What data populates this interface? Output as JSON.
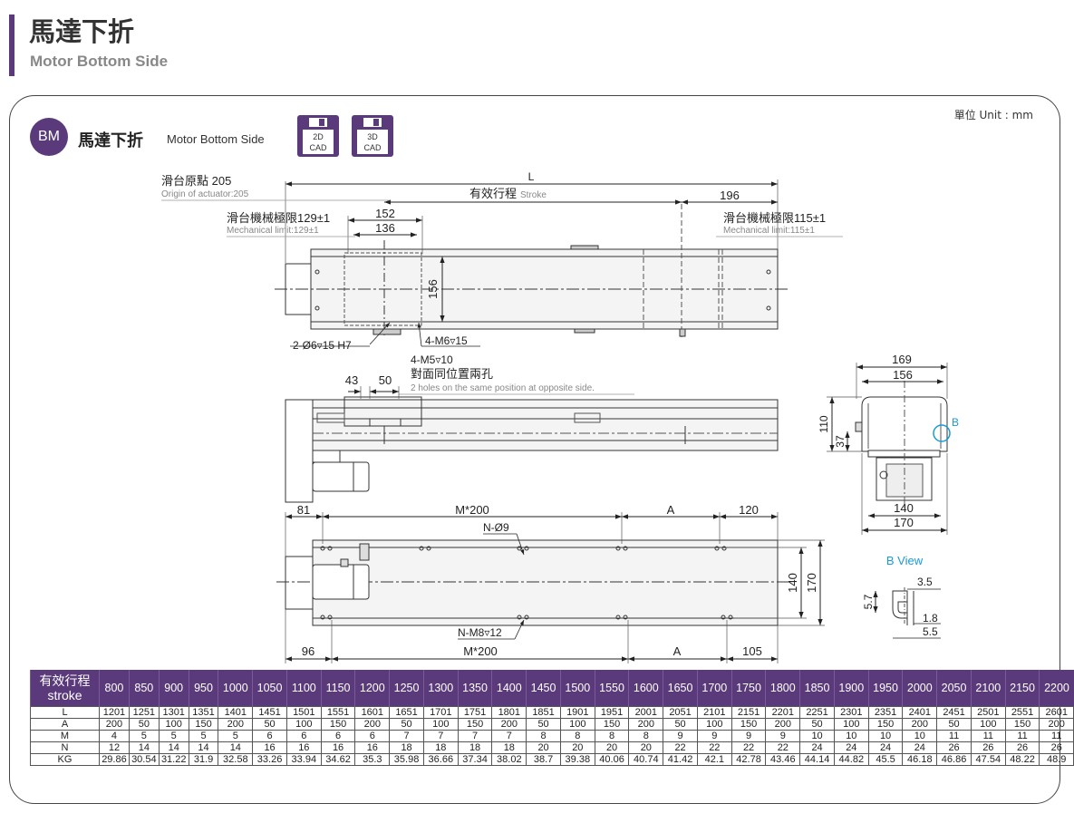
{
  "header": {
    "title": "馬達下折",
    "subtitle": "Motor Bottom Side"
  },
  "unit": "單位 Unit : mm",
  "badge": {
    "code": "BM",
    "title": "馬達下折",
    "subtitle": "Motor Bottom Side"
  },
  "cad": [
    {
      "line1": "2D",
      "line2": "CAD"
    },
    {
      "line1": "3D",
      "line2": "CAD"
    }
  ],
  "colors": {
    "accent": "#5a3a7a",
    "callout": "#1a9ad6"
  },
  "annotations": {
    "origin_zh": "滑台原點 205",
    "origin_en": "Origin of actuator:205",
    "mech_left_zh": "滑台機械極限129±1",
    "mech_left_en": "Mechanical limit:129±1",
    "mech_right_zh": "滑台機械極限115±1",
    "mech_right_en": "Mechanical limit:115±1",
    "L": "L",
    "stroke_zh": "有效行程",
    "stroke_en": "Stroke",
    "d196": "196",
    "d152": "152",
    "d136": "136",
    "d156v": "156",
    "holes_a": "2-Ø6▿15 H7",
    "holes_b": "4-M6▿15",
    "holes_c": "4-M5▿10",
    "opp_zh": "對面同位置兩孔",
    "opp_en": "2 holes on the same position at opposite side.",
    "d43": "43",
    "d50": "50",
    "d169": "169",
    "d156": "156",
    "d110": "110",
    "d37": "37",
    "B": "B",
    "d140": "140",
    "d170": "170",
    "d81": "81",
    "m200_top": "M*200",
    "A_top": "A",
    "d120": "120",
    "n_hole": "N-Ø9",
    "v140": "140",
    "v170": "170",
    "nm8": "N-M8▿12",
    "d96": "96",
    "m200_bot": "M*200",
    "A_bot": "A",
    "d105": "105",
    "bview": "B View",
    "d35": "3.5",
    "d57": "5.7",
    "d18": "1.8",
    "d55": "5.5"
  },
  "table": {
    "header_zh": "有效行程",
    "header_en": "stroke",
    "strokes": [
      "800",
      "850",
      "900",
      "950",
      "1000",
      "1050",
      "1100",
      "1150",
      "1200",
      "1250",
      "1300",
      "1350",
      "1400",
      "1450",
      "1500",
      "1550",
      "1600",
      "1650",
      "1700",
      "1750",
      "1800",
      "1850",
      "1900",
      "1950",
      "2000",
      "2050",
      "2100",
      "2150",
      "2200"
    ],
    "rows": [
      {
        "label": "L",
        "values": [
          "1201",
          "1251",
          "1301",
          "1351",
          "1401",
          "1451",
          "1501",
          "1551",
          "1601",
          "1651",
          "1701",
          "1751",
          "1801",
          "1851",
          "1901",
          "1951",
          "2001",
          "2051",
          "2101",
          "2151",
          "2201",
          "2251",
          "2301",
          "2351",
          "2401",
          "2451",
          "2501",
          "2551",
          "2601"
        ]
      },
      {
        "label": "A",
        "values": [
          "200",
          "50",
          "100",
          "150",
          "200",
          "50",
          "100",
          "150",
          "200",
          "50",
          "100",
          "150",
          "200",
          "50",
          "100",
          "150",
          "200",
          "50",
          "100",
          "150",
          "200",
          "50",
          "100",
          "150",
          "200",
          "50",
          "100",
          "150",
          "200"
        ]
      },
      {
        "label": "M",
        "values": [
          "4",
          "5",
          "5",
          "5",
          "5",
          "6",
          "6",
          "6",
          "6",
          "7",
          "7",
          "7",
          "7",
          "8",
          "8",
          "8",
          "8",
          "9",
          "9",
          "9",
          "9",
          "10",
          "10",
          "10",
          "10",
          "11",
          "11",
          "11",
          "11"
        ]
      },
      {
        "label": "N",
        "values": [
          "12",
          "14",
          "14",
          "14",
          "14",
          "16",
          "16",
          "16",
          "16",
          "18",
          "18",
          "18",
          "18",
          "20",
          "20",
          "20",
          "20",
          "22",
          "22",
          "22",
          "22",
          "24",
          "24",
          "24",
          "24",
          "26",
          "26",
          "26",
          "26"
        ]
      },
      {
        "label": "KG",
        "values": [
          "29.86",
          "30.54",
          "31.22",
          "31.9",
          "32.58",
          "33.26",
          "33.94",
          "34.62",
          "35.3",
          "35.98",
          "36.66",
          "37.34",
          "38.02",
          "38.7",
          "39.38",
          "40.06",
          "40.74",
          "41.42",
          "42.1",
          "42.78",
          "43.46",
          "44.14",
          "44.82",
          "45.5",
          "46.18",
          "46.86",
          "47.54",
          "48.22",
          "48.9"
        ]
      }
    ]
  }
}
